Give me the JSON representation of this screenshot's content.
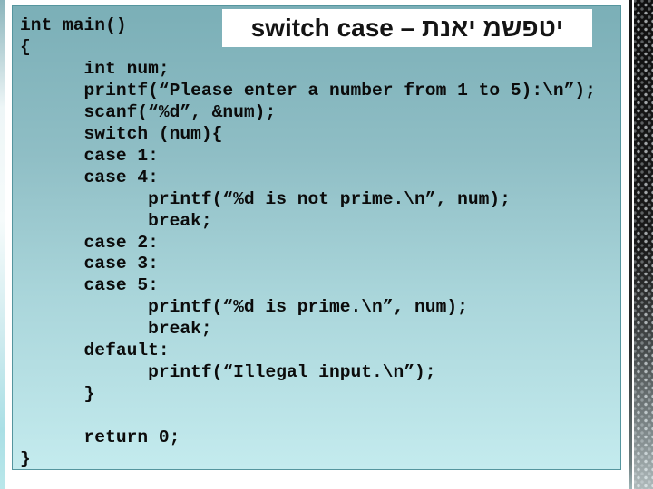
{
  "slide": {
    "title": {
      "latin": "switch case – ",
      "hebrew": "תנאי משפטי"
    },
    "code_lines": [
      "int main()",
      "{",
      "      int num;",
      "      printf(“Please enter a number from 1 to 5):\\n”);",
      "      scanf(“%d”, &num);",
      "      switch (num){",
      "      case 1:",
      "      case 4:",
      "            printf(“%d is not prime.\\n”, num);",
      "            break;",
      "      case 2:",
      "      case 3:",
      "      case 5:",
      "            printf(“%d is prime.\\n”, num);",
      "            break;",
      "      default:",
      "            printf(“Illegal input.\\n”);",
      "      }",
      "",
      "      return 0;",
      "}"
    ]
  },
  "colors": {
    "panel_top": "#7bafb7",
    "panel_bottom": "#c4ebee",
    "panel_border": "#55959e",
    "code_text": "#0b0b0b",
    "title_background": "#ffffff",
    "title_text": "#141414",
    "pattern_dark": "#161616",
    "pattern_dot": "#c6cbce",
    "accent_strip": "#8ab4bb"
  }
}
